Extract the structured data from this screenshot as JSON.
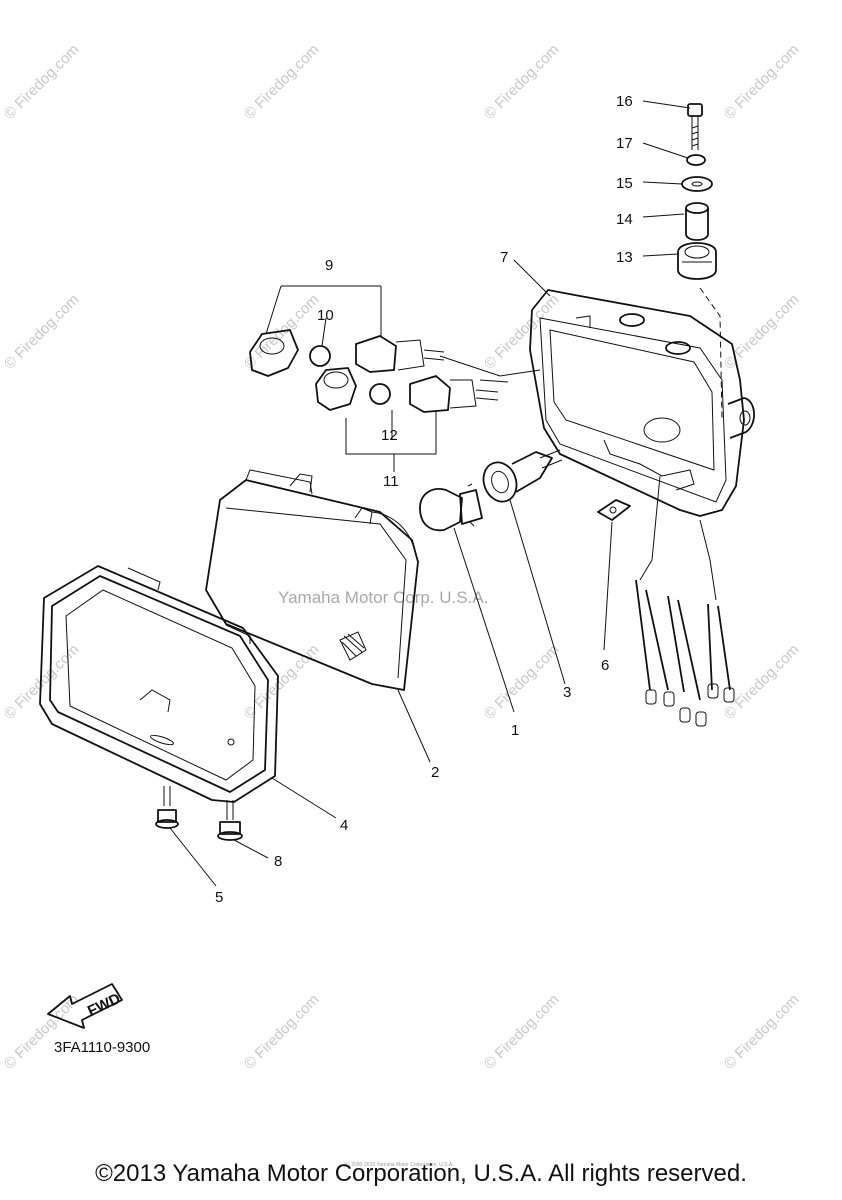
{
  "diagram": {
    "part_numbers": [
      "1",
      "2",
      "3",
      "4",
      "5",
      "6",
      "7",
      "8",
      "9",
      "10",
      "11",
      "12",
      "13",
      "14",
      "15",
      "16",
      "17"
    ],
    "drawing_code": "3FA1110-9300",
    "fwd_label": "FWD",
    "center_watermark": "Yamaha Motor Corp. U.S.A.",
    "watermark_text": "© Firedog.com",
    "small_note": "(c) 2000-2015 Yamaha Motor Corporation, U.S.A."
  },
  "footer": {
    "copyright": "©2013 Yamaha Motor Corporation, U.S.A. All rights reserved."
  }
}
